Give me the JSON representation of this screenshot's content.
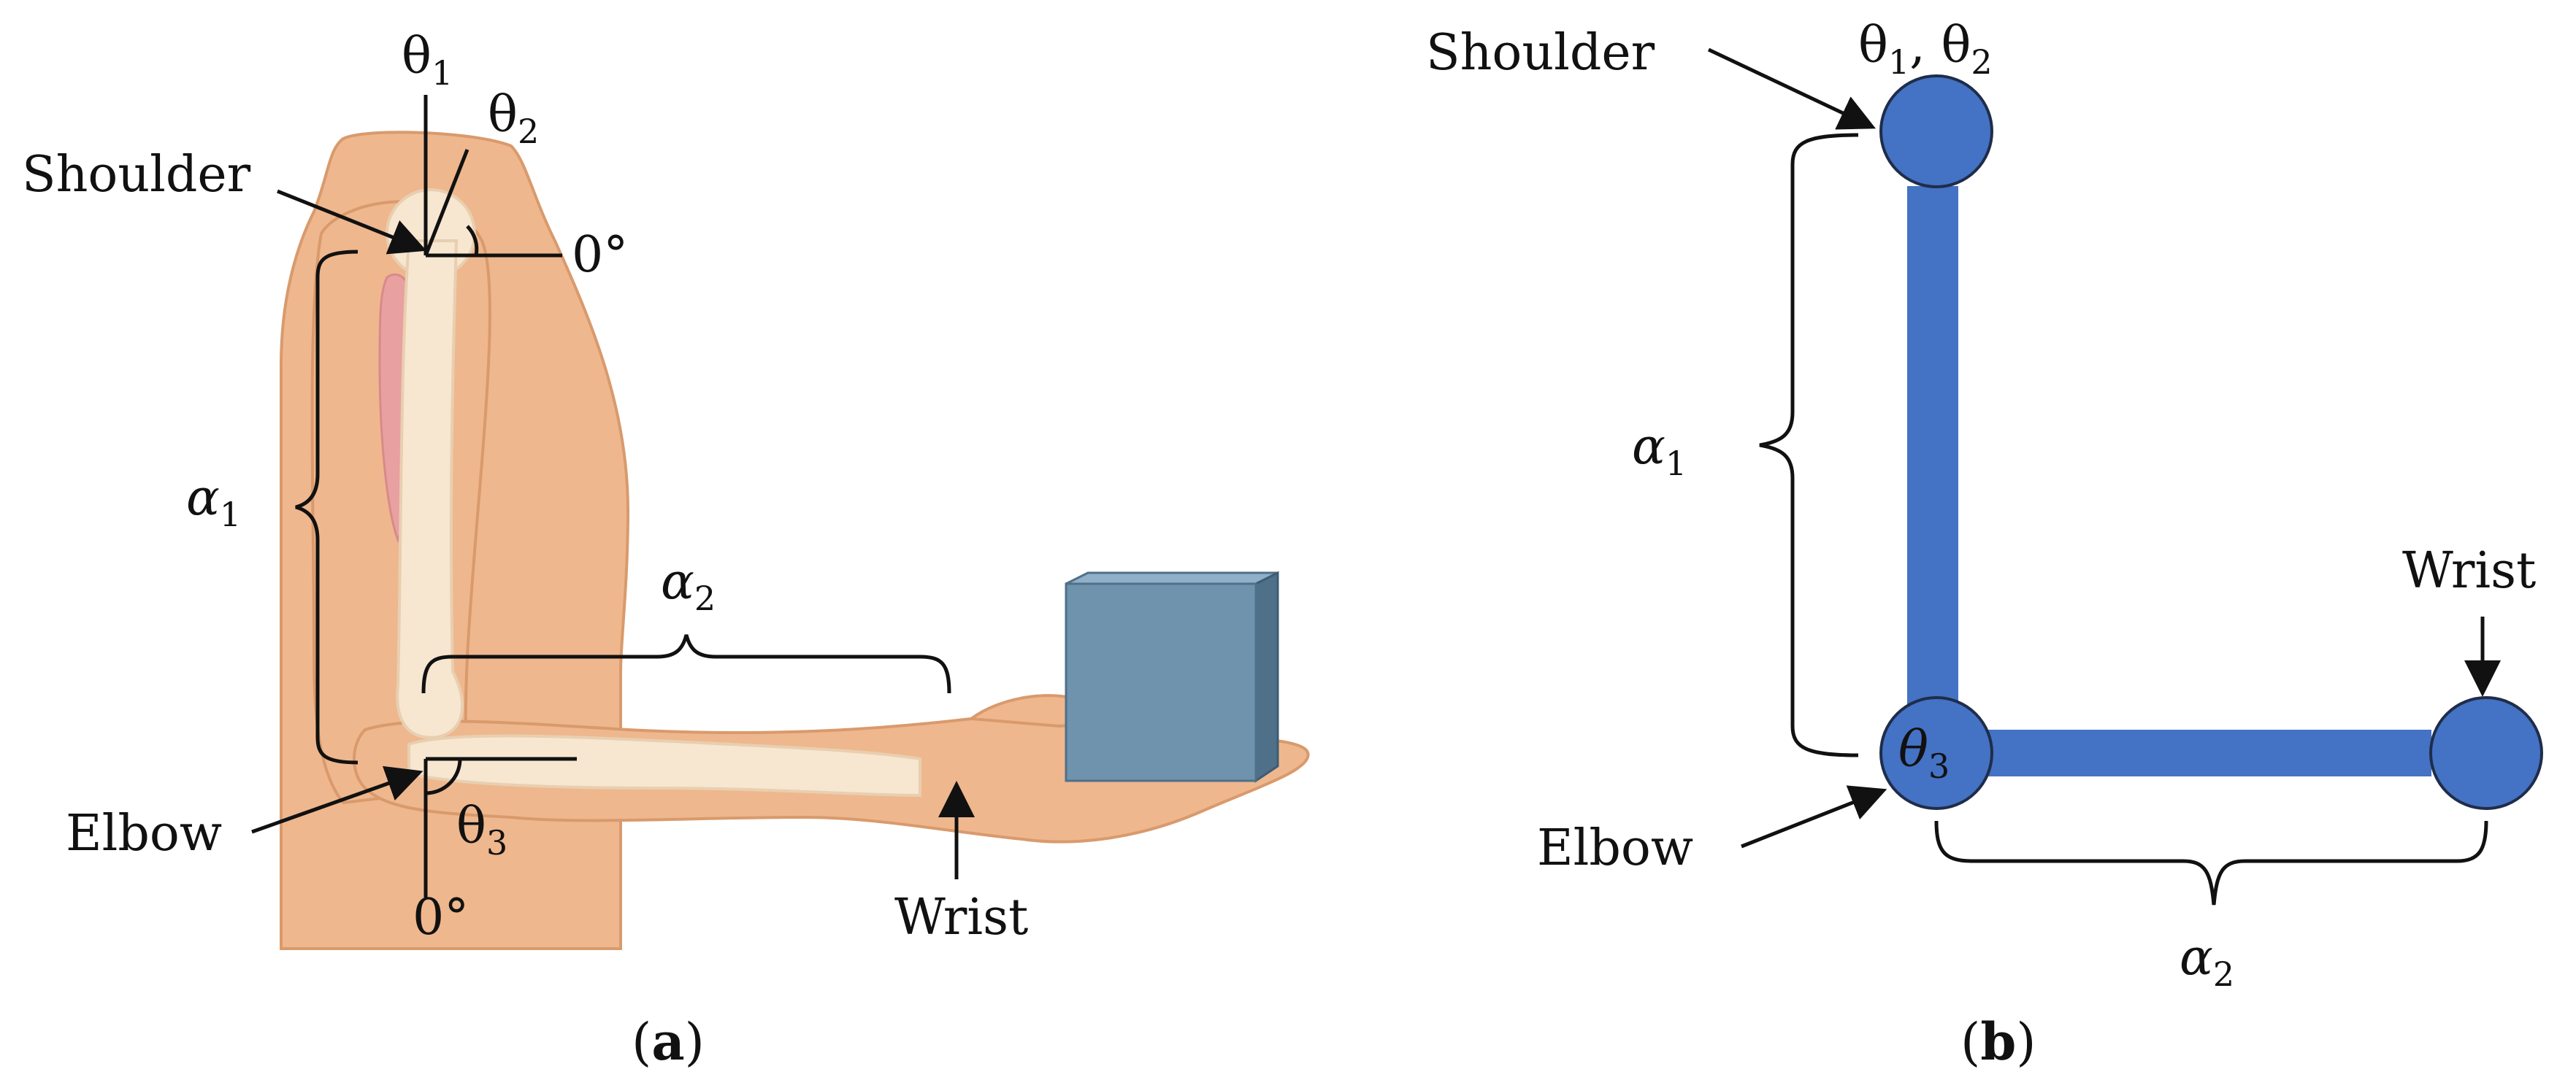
{
  "panel_a": {
    "caption": "a",
    "labels": {
      "theta1": "θ",
      "theta1_sub": "1",
      "theta2": "θ",
      "theta2_sub": "2",
      "theta3": "θ",
      "theta3_sub": "3",
      "shoulder": "Shoulder",
      "elbow": "Elbow",
      "wrist": "Wrist",
      "zero_shoulder": "0°",
      "zero_elbow": "0°",
      "alpha1": "α",
      "alpha1_sub": "1",
      "alpha2": "α",
      "alpha2_sub": "2"
    }
  },
  "panel_b": {
    "caption": "b",
    "labels": {
      "theta12_a": "θ",
      "theta12_a_sub": "1",
      "theta12_sep": ", ",
      "theta12_b": "θ",
      "theta12_b_sub": "2",
      "theta3": "θ",
      "theta3_sub": "3",
      "shoulder": "Shoulder",
      "elbow": "Elbow",
      "wrist": "Wrist",
      "alpha1": "α",
      "alpha1_sub": "1",
      "alpha2": "α",
      "alpha2_sub": "2"
    }
  },
  "colors": {
    "skin": "#efb78e",
    "skin_outline": "#d99a6c",
    "bone": "#f7e6d0",
    "muscle": "#e9a0a0",
    "box_front": "#6f93ad",
    "box_side": "#4f7089",
    "link_blue": "#4472c4",
    "joint_blue": "#4472c4"
  },
  "caption_parens": {
    "open": "(",
    "close": ")"
  }
}
